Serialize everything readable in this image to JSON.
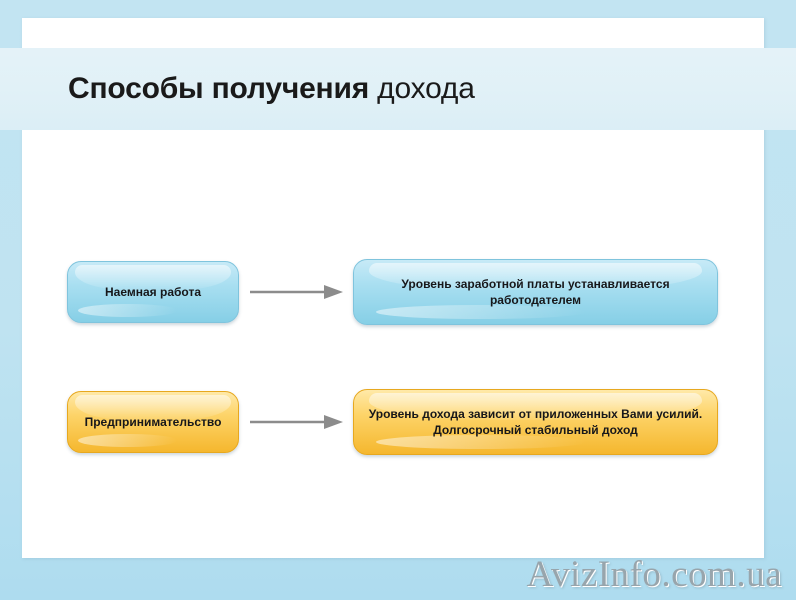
{
  "slide": {
    "title_strong": "Способы получения",
    "title_light": " дохода",
    "background_color": "#bfe3f1",
    "canvas_color": "#ffffff",
    "title_band_color": "#e1f1f7"
  },
  "diagram": {
    "rows": [
      {
        "source": {
          "label": "Наемная работа",
          "color": "#a9dff1",
          "style": "blue"
        },
        "arrow": {
          "name": "arrow-right",
          "color": "#8c8c8c"
        },
        "target": {
          "label": "Уровень заработной платы устанавливается работодателем",
          "color": "#a9dff1",
          "style": "blue"
        }
      },
      {
        "source": {
          "label": "Предпринимательство",
          "color": "#fdd469",
          "style": "yellow"
        },
        "arrow": {
          "name": "arrow-right",
          "color": "#8c8c8c"
        },
        "target": {
          "label": "Уровень дохода зависит от приложенных Вами усилий. Долгосрочный стабильный доход",
          "color": "#fdd469",
          "style": "yellow"
        }
      }
    ]
  },
  "watermark": {
    "text": "AvizInfo.com.ua",
    "color": "#98a5ac"
  }
}
